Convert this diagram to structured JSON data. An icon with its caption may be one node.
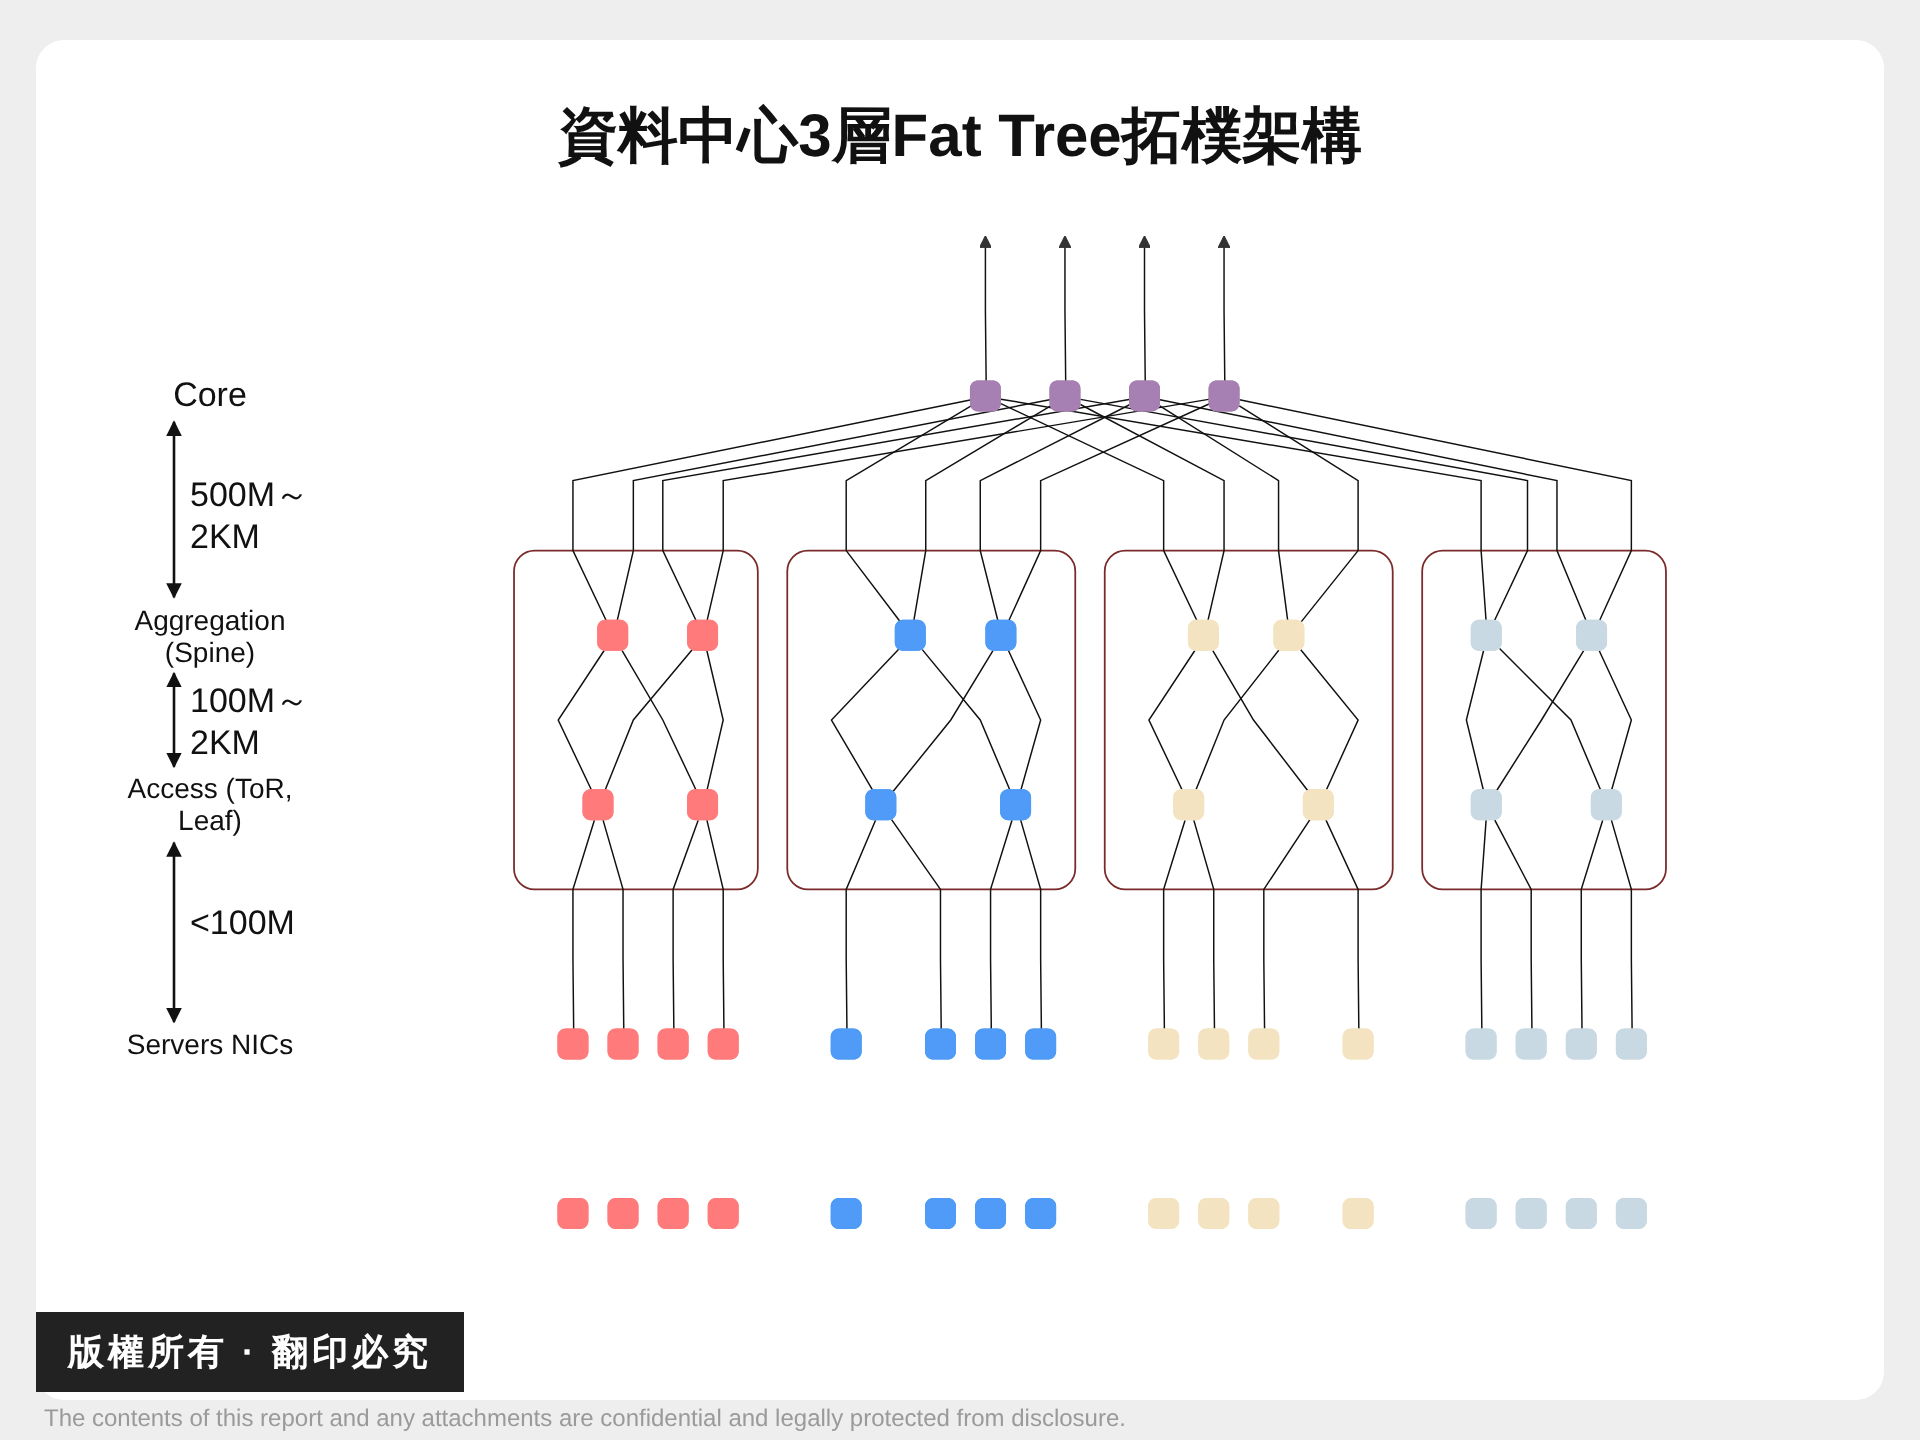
{
  "diagram": {
    "title": "資料中心3層Fat Tree拓樸架構",
    "nodes": [
      {
        "text": [],
        "shape": "box"
      },
      {
        "text": [],
        "shape": "box"
      },
      {
        "text": [],
        "shape": "box"
      },
      {
        "text": [],
        "shape": "box"
      },
      {
        "text": [],
        "shape": "box"
      },
      {
        "text": [],
        "shape": "box",
        "in": 4
      },
      {
        "text": [],
        "shape": "box",
        "in": 4
      },
      {
        "text": [],
        "shape": "box",
        "in": 4
      },
      {
        "text": [],
        "shape": "box",
        "in": 4
      },
      {
        "text": [],
        "shape": "box"
      },
      {
        "text": [],
        "shape": "box",
        "in": 9
      },
      {
        "text": [],
        "shape": "box",
        "in": 9
      },
      {
        "text": [],
        "shape": "box",
        "in": 9
      },
      {
        "text": [],
        "shape": "box",
        "in": 9
      },
      {
        "text": [],
        "shape": "box"
      },
      {
        "text": [],
        "shape": "box",
        "in": 14
      },
      {
        "text": [],
        "shape": "box",
        "in": 14
      },
      {
        "text": [],
        "shape": "box",
        "in": 14
      },
      {
        "text": [],
        "shape": "box",
        "in": 14
      },
      {
        "text": [],
        "shape": "box"
      },
      {
        "text": [],
        "shape": "box",
        "in": 19
      },
      {
        "text": [],
        "shape": "box",
        "in": 19
      },
      {
        "text": [],
        "shape": "box",
        "in": 19
      },
      {
        "text": [],
        "shape": "box",
        "in": 19
      },
      {
        "text": [],
        "shape": "box"
      },
      {
        "text": [],
        "shape": "box"
      },
      {
        "text": [],
        "shape": "box"
      },
      {
        "text": [],
        "shape": "box"
      },
      {
        "text": [],
        "shape": "box"
      },
      {
        "text": [],
        "shape": "box"
      },
      {
        "text": [],
        "shape": "box"
      },
      {
        "text": [],
        "shape": "box"
      },
      {
        "text": [],
        "shape": "box"
      },
      {
        "text": [],
        "shape": "box"
      },
      {
        "text": [],
        "shape": "box"
      },
      {
        "text": [],
        "shape": "box"
      },
      {
        "text": [],
        "shape": "box"
      },
      {
        "text": [],
        "shape": "box"
      },
      {
        "text": [],
        "shape": "box"
      },
      {
        "text": [],
        "shape": "box"
      },
      {
        "text": [],
        "shape": "box"
      },
      {
        "text": [],
        "shape": "box"
      },
      {
        "text": [],
        "shape": "box"
      },
      {
        "text": [],
        "shape": "box"
      },
      {
        "text": [],
        "shape": "box"
      },
      {
        "text": [],
        "shape": "box"
      },
      {
        "text": [],
        "shape": "box"
      },
      {
        "text": [],
        "shape": "box"
      },
      {
        "text": [],
        "shape": "box"
      },
      {
        "text": [],
        "shape": "box"
      },
      {
        "text": [],
        "shape": "box"
      },
      {
        "text": [],
        "shape": "box"
      },
      {
        "text": [],
        "shape": "box"
      },
      {
        "text": [],
        "shape": "box"
      },
      {
        "text": [],
        "shape": "box"
      },
      {
        "text": [],
        "shape": "box"
      }
    ],
    "edges": [
      {
        "from": 0,
        "to": null,
        "arrow": "to"
      },
      {
        "from": 1,
        "to": null,
        "arrow": "to"
      },
      {
        "from": 2,
        "to": null,
        "arrow": "to"
      },
      {
        "from": 3,
        "to": null,
        "arrow": "to"
      },
      {
        "from": 0,
        "to": 5,
        "arrow": "none"
      },
      {
        "from": 0,
        "to": 10,
        "arrow": "none"
      },
      {
        "from": 0,
        "to": 15,
        "arrow": "none"
      },
      {
        "from": 0,
        "to": 20,
        "arrow": "none"
      },
      {
        "from": 1,
        "to": 5,
        "arrow": "none"
      },
      {
        "from": 1,
        "to": 10,
        "arrow": "none"
      },
      {
        "from": 1,
        "to": 15,
        "arrow": "none"
      },
      {
        "from": 1,
        "to": 20,
        "arrow": "none"
      },
      {
        "from": 2,
        "to": 6,
        "arrow": "none"
      },
      {
        "from": 2,
        "to": 11,
        "arrow": "none"
      },
      {
        "from": 2,
        "to": 16,
        "arrow": "none"
      },
      {
        "from": 2,
        "to": 21,
        "arrow": "none"
      },
      {
        "from": 3,
        "to": 6,
        "arrow": "none"
      },
      {
        "from": 3,
        "to": 11,
        "arrow": "none"
      },
      {
        "from": 3,
        "to": 16,
        "arrow": "none"
      },
      {
        "from": 3,
        "to": 21,
        "arrow": "none"
      },
      {
        "from": 5,
        "to": 7,
        "arrow": "none"
      },
      {
        "from": 5,
        "to": 8,
        "arrow": "none"
      },
      {
        "from": 6,
        "to": 7,
        "arrow": "none"
      },
      {
        "from": 6,
        "to": 8,
        "arrow": "none"
      },
      {
        "from": 10,
        "to": 12,
        "arrow": "none"
      },
      {
        "from": 10,
        "to": 13,
        "arrow": "none"
      },
      {
        "from": 11,
        "to": 12,
        "arrow": "none"
      },
      {
        "from": 11,
        "to": 13,
        "arrow": "none"
      },
      {
        "from": 15,
        "to": 17,
        "arrow": "none"
      },
      {
        "from": 15,
        "to": 18,
        "arrow": "none"
      },
      {
        "from": 16,
        "to": 17,
        "arrow": "none"
      },
      {
        "from": 16,
        "to": 18,
        "arrow": "none"
      },
      {
        "from": 20,
        "to": 22,
        "arrow": "none"
      },
      {
        "from": 20,
        "to": 23,
        "arrow": "none"
      },
      {
        "from": 21,
        "to": 22,
        "arrow": "none"
      },
      {
        "from": 21,
        "to": 23,
        "arrow": "none"
      },
      {
        "from": 7,
        "to": 24,
        "arrow": "none"
      },
      {
        "from": 7,
        "to": 25,
        "arrow": "none"
      },
      {
        "from": 8,
        "to": 26,
        "arrow": "none"
      },
      {
        "from": 8,
        "to": 27,
        "arrow": "none"
      },
      {
        "from": 12,
        "to": 28,
        "arrow": "none"
      },
      {
        "from": 12,
        "to": 29,
        "arrow": "none"
      },
      {
        "from": 13,
        "to": 30,
        "arrow": "none"
      },
      {
        "from": 13,
        "to": 31,
        "arrow": "none"
      },
      {
        "from": 17,
        "to": 32,
        "arrow": "none"
      },
      {
        "from": 17,
        "to": 33,
        "arrow": "none"
      },
      {
        "from": 18,
        "to": 34,
        "arrow": "none"
      },
      {
        "from": 18,
        "to": 35,
        "arrow": "none"
      },
      {
        "from": 22,
        "to": 36,
        "arrow": "none"
      },
      {
        "from": 22,
        "to": 37,
        "arrow": "none"
      },
      {
        "from": 23,
        "to": 38,
        "arrow": "none"
      },
      {
        "from": 23,
        "to": 39,
        "arrow": "none"
      }
    ],
    "labels": [
      "Core",
      "500M～ 2KM",
      "Aggregation (Spine)",
      "100M～ 2KM",
      "Access (ToR, Leaf)",
      "<100M",
      "Servers NICs",
      "版權所有 · 翻印必究",
      "The contents of this report and any attachments are confidential and legally protected from disclosure."
    ]
  }
}
